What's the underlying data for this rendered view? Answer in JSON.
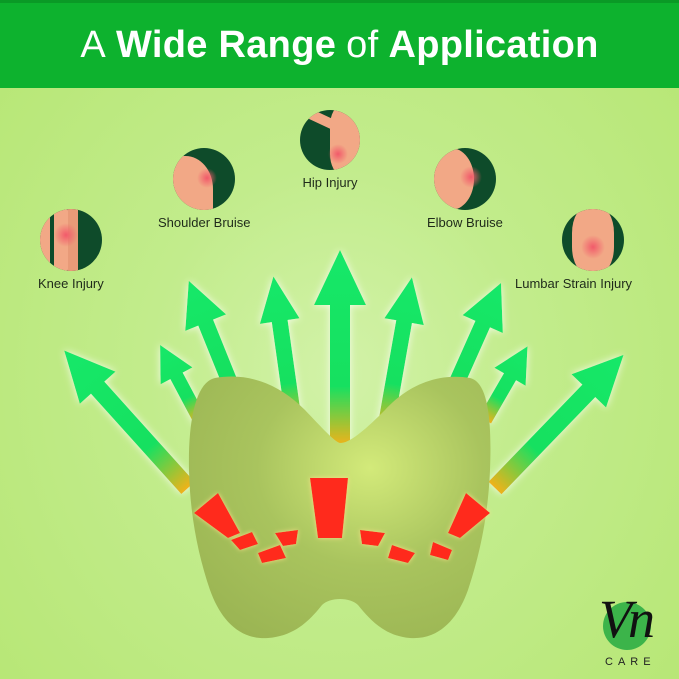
{
  "banner": {
    "title_parts": [
      {
        "text": "A",
        "weight": "normal"
      },
      {
        "text": "Wide Range",
        "weight": "bold"
      },
      {
        "text": "of",
        "weight": "normal"
      },
      {
        "text": "Application",
        "weight": "bold"
      }
    ],
    "background_color": "#0db22e"
  },
  "injuries": [
    {
      "label": "Knee Injury",
      "icon": "knee-injury-icon"
    },
    {
      "label": "Shoulder Bruise",
      "icon": "shoulder-bruise-icon"
    },
    {
      "label": "Hip Injury",
      "icon": "hip-injury-icon"
    },
    {
      "label": "Elbow Bruise",
      "icon": "elbow-bruise-icon"
    },
    {
      "label": "Lumbar Strain Injury",
      "icon": "lumbar-strain-icon"
    }
  ],
  "product": {
    "name": "patch",
    "arrow_count": 9,
    "heat_marks_color": "#ff2a1a"
  },
  "brand": {
    "logo_text": "Vn",
    "sub_text": "CARE",
    "circle_color": "#3cb44a"
  }
}
